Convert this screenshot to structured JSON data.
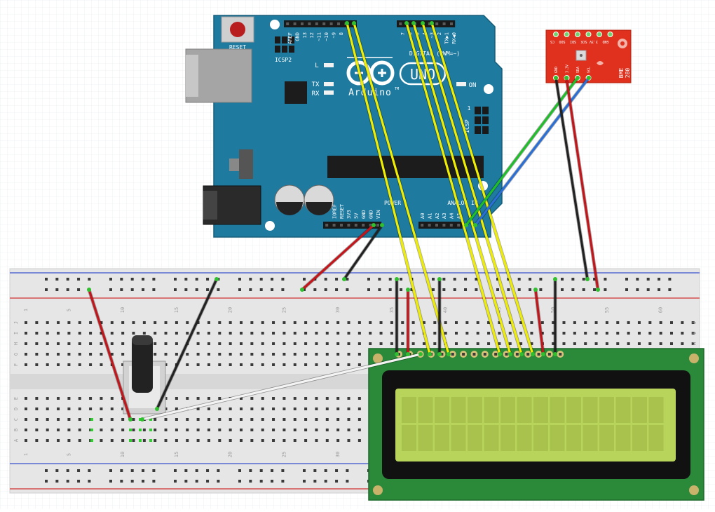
{
  "arduino": {
    "logo_text": "Arduino",
    "logo_tm": "TM",
    "uno_text": "UNO",
    "reset_label": "RESET",
    "icsp2_label": "ICSP2",
    "icsp_label": "ICSP",
    "icsp_num": "1",
    "led_l": "L",
    "led_tx": "TX",
    "led_rx": "RX",
    "on_label": "ON",
    "digital_label": "DIGITAL (PWM=~)",
    "power_label": "POWER",
    "analog_label": "ANALOG IN",
    "digital_pins_left": [
      "AREF",
      "GND",
      "13",
      "12",
      "~11",
      "~10",
      "~9",
      "8"
    ],
    "digital_pins_right": [
      "7",
      "~6",
      "~5",
      "4",
      "~3",
      "2",
      "TX▶1",
      "RX◀0"
    ],
    "power_pins": [
      "IOREF",
      "RESET",
      "3V3",
      "5V",
      "GND",
      "GND",
      "VIN"
    ],
    "analog_pins": [
      "A0",
      "A1",
      "A2",
      "A3",
      "A4",
      "A5"
    ]
  },
  "sensor": {
    "pins_top": [
      "GND",
      "3.3V",
      "SCK",
      "SDI",
      "SDO",
      "CS"
    ],
    "pins_bottom": [
      "GND",
      "3.3V",
      "SDA",
      "SCL"
    ],
    "name_line1": "BME",
    "name_line2": "280"
  },
  "breadboard": {
    "row_letters_top": [
      "J",
      "I",
      "H",
      "G",
      "F"
    ],
    "row_letters_bottom": [
      "E",
      "D",
      "C",
      "B",
      "A"
    ],
    "column_numbers": [
      "1",
      "5",
      "10",
      "15",
      "20",
      "25",
      "30",
      "35",
      "40",
      "45",
      "50",
      "55",
      "60"
    ]
  },
  "colors": {
    "arduino_board": "#1f7aa0",
    "breadboard": "#e6e6e6",
    "lcd_pcb": "#2a8a3a",
    "lcd_screen": "#b9d45a",
    "sensor_board": "#e0301e",
    "wire_yellow": "#f0ee00",
    "wire_red": "#c4151b",
    "wire_black": "#222222",
    "wire_green": "#1fbf2a",
    "wire_blue": "#2a6fd6",
    "wire_white": "#f4f4f4"
  }
}
